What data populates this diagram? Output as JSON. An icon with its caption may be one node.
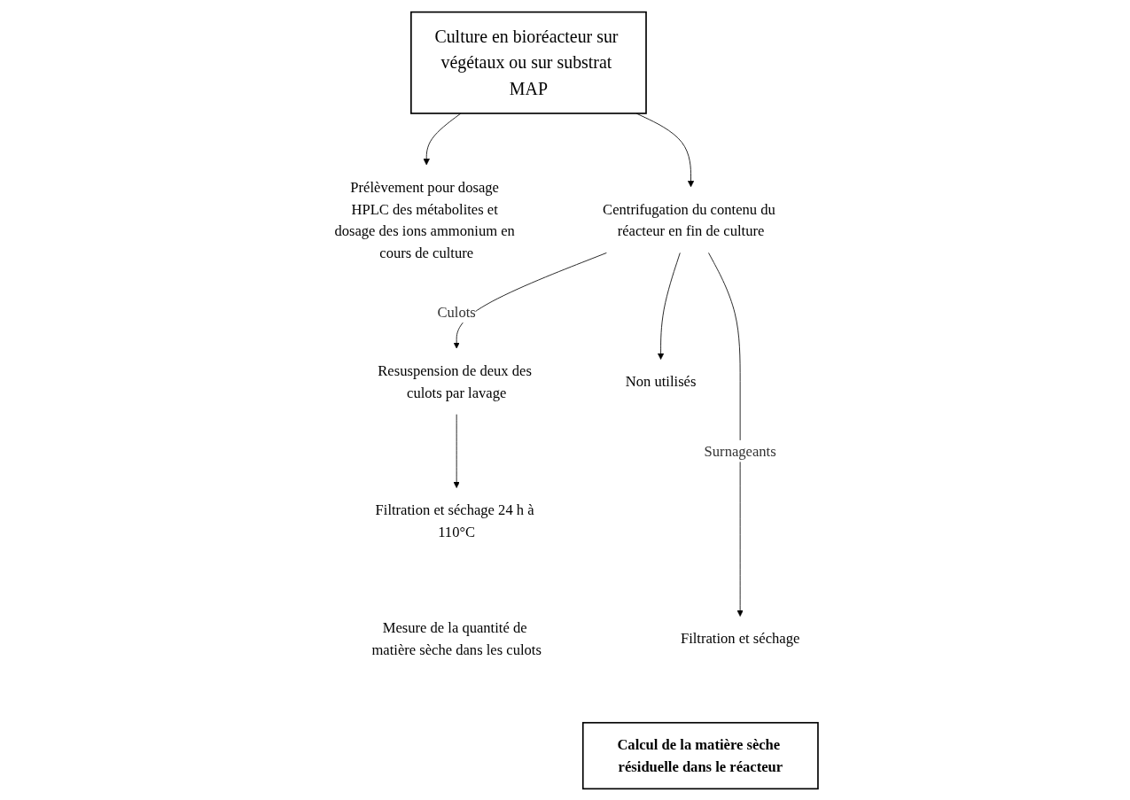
{
  "diagram": {
    "nodes": [
      {
        "text": [
          "Culture en bioréacteur sur végétaux ou sur substrat MAP"
        ]
      },
      {
        "text": [
          "Prélèvement pour dosage HPLC des métabolites et dosage des ions ammonium en cours de culture"
        ]
      },
      {
        "text": [
          "Centrifugation du contenu du réacteur en fin de culture"
        ]
      },
      {
        "text": [
          "Filtration et séchage"
        ]
      },
      {
        "text": [
          "Resuspension de deux des culots par lavage"
        ]
      },
      {
        "text": [
          "Non utilisés"
        ]
      },
      {
        "text": [
          "Filtration et séchage 24 h à 110°C"
        ]
      },
      {
        "text": [
          "Mesure de la quantité de matière sèche dans les culots"
        ]
      },
      {
        "text": [
          "Calcul de la matière sèche résiduelle dans le réacteur"
        ]
      }
    ],
    "edges": [
      {
        "from": 0,
        "to": 1,
        "arrow": "to"
      },
      {
        "from": 0,
        "to": 2,
        "arrow": "to"
      },
      {
        "from": 2,
        "to": 3,
        "arrow": "to",
        "label": "Surnageants"
      },
      {
        "from": 2,
        "to": 4,
        "arrow": "to",
        "label": "Culots"
      },
      {
        "from": 2,
        "to": 5,
        "arrow": "to"
      },
      {
        "from": 4,
        "to": 6,
        "arrow": "to"
      }
    ]
  }
}
